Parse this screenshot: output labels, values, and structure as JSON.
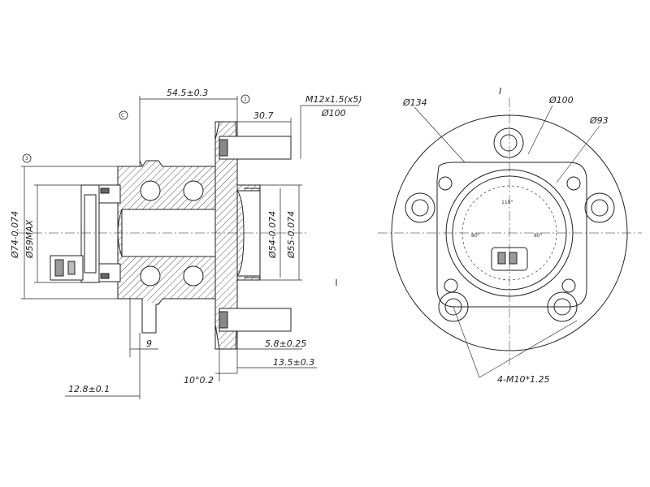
{
  "side_view": {
    "dim_offset": "54.5±0.3",
    "dim_stud_length": "30.7",
    "stud_spec": "M12x1.5(x5)",
    "stud_pcd": "Ø100",
    "dia_74": "Ø74-0.074",
    "dia_59": "Ø59MAX",
    "dia_54": "Ø54-0.074",
    "dia_55": "Ø55-0.074",
    "dim_9": "9",
    "dim_5_8": "5.8±0.25",
    "dim_13_5": "13.5±0.3",
    "dim_10": "10°0.2",
    "dim_12_8": "12.8±0.1",
    "datum_c": "C",
    "datum_1": "1",
    "datum_3": "3"
  },
  "front_view": {
    "label_top": "I",
    "dia_134": "Ø134",
    "dia_100": "Ø100",
    "dia_93": "Ø93",
    "angle_top": "110°",
    "angle_left": "80°",
    "angle_right": "80°",
    "bolt_spec": "4-M10*1.25"
  }
}
